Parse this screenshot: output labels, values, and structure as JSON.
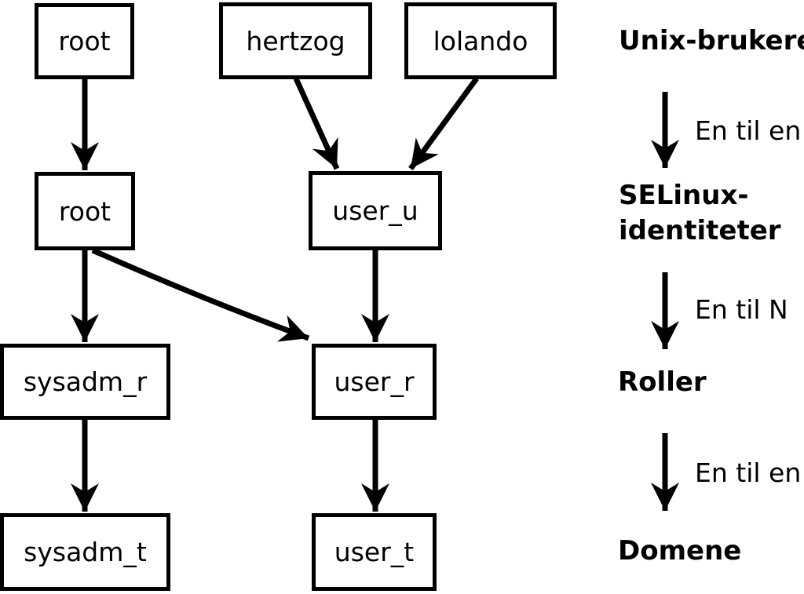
{
  "nodes": {
    "unix_root": "root",
    "hertzog": "hertzog",
    "lolando": "lolando",
    "selinux_root": "root",
    "user_u": "user_u",
    "sysadm_r": "sysadm_r",
    "user_r": "user_r",
    "sysadm_t": "sysadm_t",
    "user_t": "user_t"
  },
  "edges": [
    {
      "from": "root (unix-bruker)",
      "to": "root (selinux-identitet)"
    },
    {
      "from": "hertzog",
      "to": "user_u"
    },
    {
      "from": "lolando",
      "to": "user_u"
    },
    {
      "from": "root (selinux-identitet)",
      "to": "sysadm_r"
    },
    {
      "from": "root (selinux-identitet)",
      "to": "user_r"
    },
    {
      "from": "user_u",
      "to": "user_r"
    },
    {
      "from": "sysadm_r",
      "to": "sysadm_t"
    },
    {
      "from": "user_r",
      "to": "user_t"
    }
  ],
  "legend": {
    "level1": "Unix-brukere",
    "rel1": "En til en",
    "level2_line1": "SELinux-",
    "level2_line2": "identiteter",
    "rel2": "En til N",
    "level3": "Roller",
    "rel3": "En til en",
    "level4": "Domene"
  },
  "colors": {
    "stroke": "#000000",
    "background": "#ffffff"
  }
}
